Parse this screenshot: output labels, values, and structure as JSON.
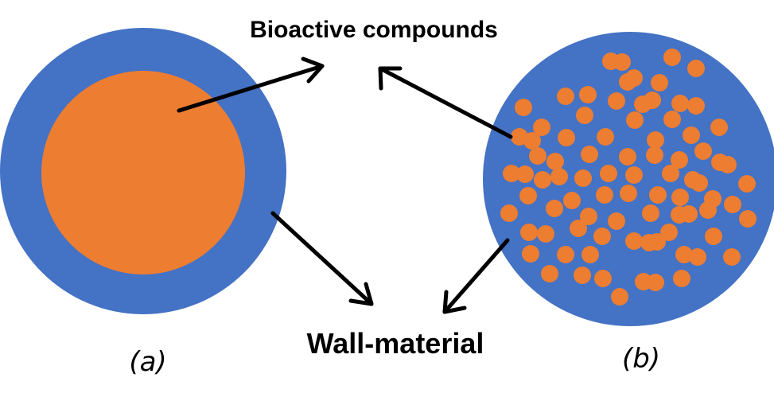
{
  "labels": {
    "bioactive": "Bioactive compounds",
    "wall": "Wall-material",
    "panel_a": "(a)",
    "panel_b": "(b)"
  },
  "colors": {
    "wall_material": "#4472C4",
    "core_material": "#ED7D31",
    "arrow": "#000000",
    "background": "#FFFFFF"
  },
  "panels": [
    {
      "id": "a",
      "structure": "core-shell",
      "description_key": "panel_a"
    },
    {
      "id": "b",
      "structure": "matrix-dispersed",
      "description_key": "panel_b"
    }
  ]
}
